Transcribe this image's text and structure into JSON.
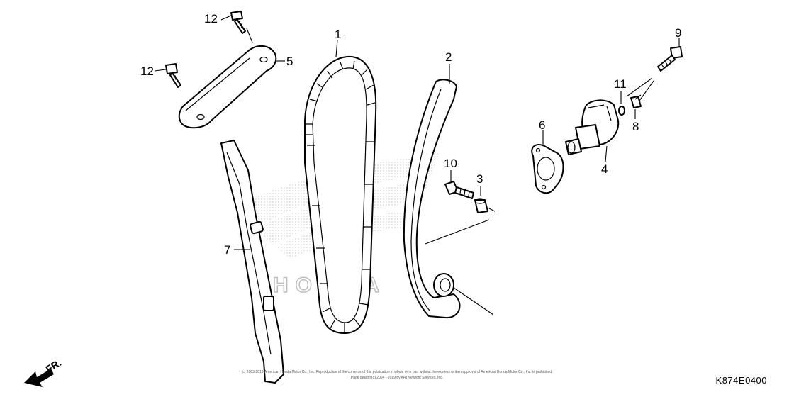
{
  "diagram_code": "K874E0400",
  "direction_label": "FR.",
  "copyright_line1": "(c) 2003-2019 American Honda Motor Co., Inc. Reproduction of the contents of this publication in whole or in part without the express written approval of American Honda Motor Co., Inc. is prohibited.",
  "copyright_line2": "Page design (c) 2004 - 2019 by ARI Network Services, Inc.",
  "callouts": [
    {
      "id": "c1",
      "text": "1"
    },
    {
      "id": "c2",
      "text": "2"
    },
    {
      "id": "c3",
      "text": "3"
    },
    {
      "id": "c4",
      "text": "4"
    },
    {
      "id": "c5",
      "text": "5"
    },
    {
      "id": "c6",
      "text": "6"
    },
    {
      "id": "c7",
      "text": "7"
    },
    {
      "id": "c8",
      "text": "8"
    },
    {
      "id": "c9",
      "text": "9"
    },
    {
      "id": "c10",
      "text": "10"
    },
    {
      "id": "c11",
      "text": "11"
    },
    {
      "id": "c12a",
      "text": "12"
    },
    {
      "id": "c12b",
      "text": "12"
    }
  ],
  "watermark_text": "HONDA",
  "colors": {
    "line": "#000000",
    "watermark": "#bdbdbd",
    "background": "#ffffff"
  }
}
